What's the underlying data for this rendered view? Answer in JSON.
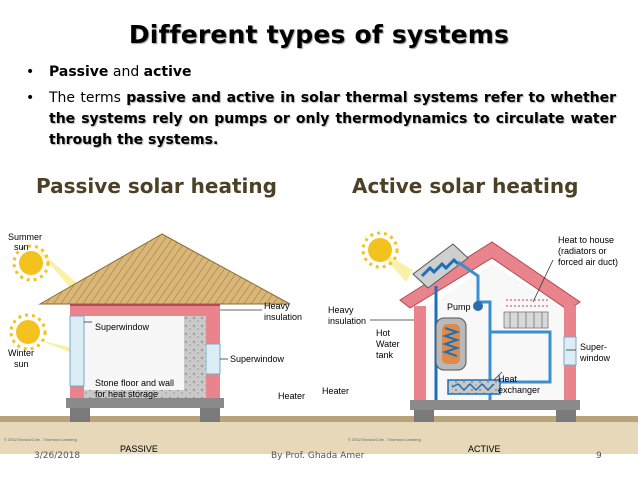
{
  "slide": {
    "title": "Different types of systems",
    "bullet1": {
      "part1": "Passive",
      "part2": " and ",
      "part3": "active"
    },
    "bullet2": {
      "lead": "The terms ",
      "emph": "passive and active in solar thermal systems refer to whether the systems rely on pumps or only thermodynamics to circulate water through the systems."
    },
    "passive_heading": "Passive solar heating",
    "active_heading": "Active solar heating"
  },
  "passive_diagram": {
    "summer_sun": [
      "Summer",
      "sun"
    ],
    "winter_sun": [
      "Winter",
      "sun"
    ],
    "superwindow_inner": "Superwindow",
    "heavy_insulation": [
      "Heavy",
      "insulation"
    ],
    "superwindow_side": "Superwindow",
    "stone_floor": [
      "Stone floor and wall",
      "for heat storage"
    ],
    "heater": "Heater",
    "caption": "PASSIVE",
    "copyright": "© 2002 Brooks/Cole - Thomson Learning"
  },
  "active_diagram": {
    "heat_to_house": [
      "Heat to house",
      "(radiators or",
      "forced air duct)"
    ],
    "heavy_insulation": [
      "Heavy",
      "insulation"
    ],
    "pump": "Pump",
    "hot_water_tank": [
      "Hot",
      "Water",
      "tank"
    ],
    "super_window": [
      "Super-",
      "window"
    ],
    "heat_exchanger": [
      "Heat",
      "exchanger"
    ],
    "heater": "Heater",
    "caption": "ACTIVE",
    "copyright": "© 2002 Brooks/Cole - Thomson Learning"
  },
  "footer": {
    "date": "3/26/2018",
    "author": "By Prof. Ghada Amer",
    "page": "9"
  }
}
